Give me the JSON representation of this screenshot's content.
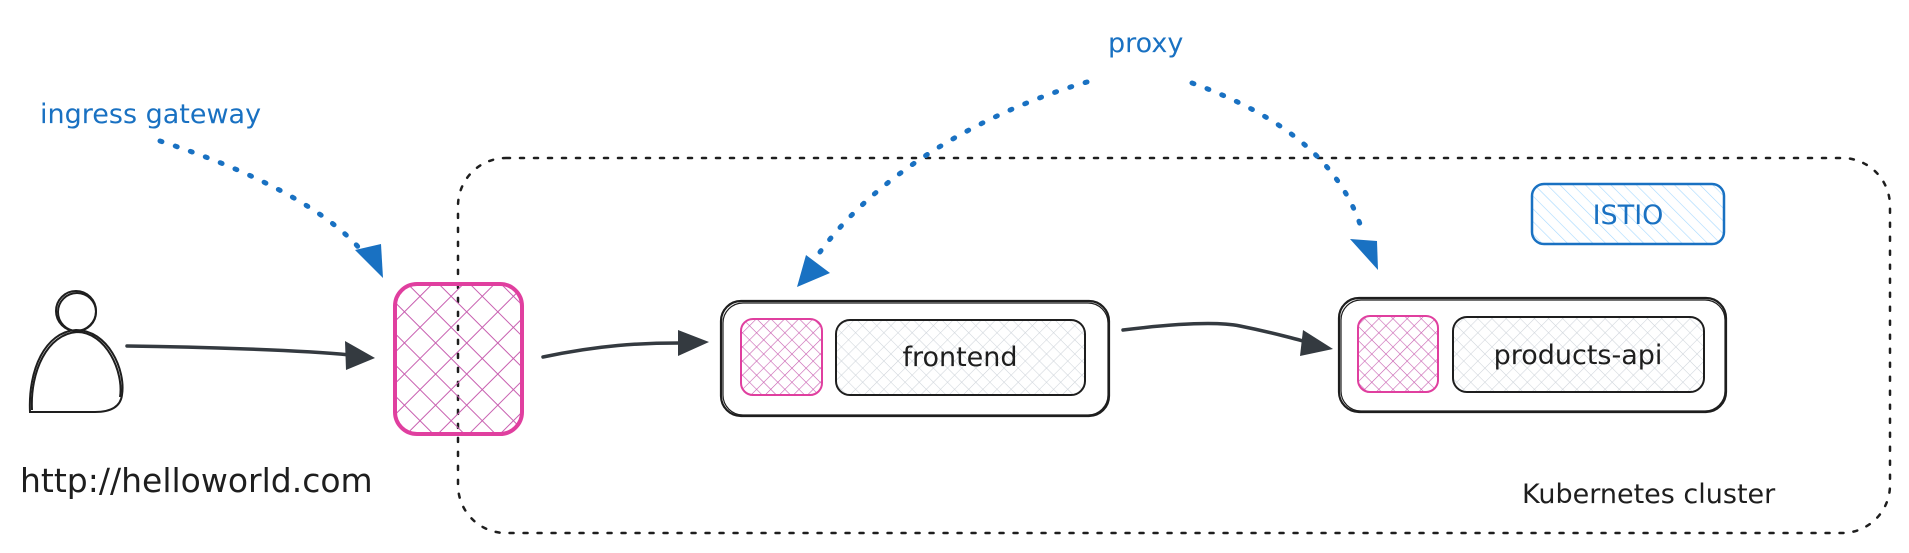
{
  "diagram": {
    "labels": {
      "ingress_gateway": "ingress gateway",
      "proxy": "proxy",
      "url": "http://helloworld.com",
      "istio": "ISTIO",
      "cluster": "Kubernetes cluster"
    },
    "services": [
      {
        "name": "frontend"
      },
      {
        "name": "products-api"
      }
    ],
    "nodes": {
      "user": "user",
      "gateway": "ingress gateway proxy",
      "cluster": "Kubernetes cluster"
    },
    "edges": [
      {
        "from": "user",
        "to": "gateway"
      },
      {
        "from": "gateway",
        "to": "frontend"
      },
      {
        "from": "frontend",
        "to": "products-api"
      }
    ],
    "annotations": [
      {
        "label": "ingress gateway",
        "points_to": "gateway"
      },
      {
        "label": "proxy",
        "points_to": [
          "frontend sidecar",
          "products-api sidecar"
        ]
      }
    ],
    "colors": {
      "ink": "#1e1e1e",
      "arrow": "#343a40",
      "annotation_blue": "#1971c2",
      "proxy_pink": "#e03f9f",
      "hatch_pink": "#c85fb0",
      "hatch_gray": "#ced4da",
      "istio_fill": "#a5d8ff"
    }
  }
}
